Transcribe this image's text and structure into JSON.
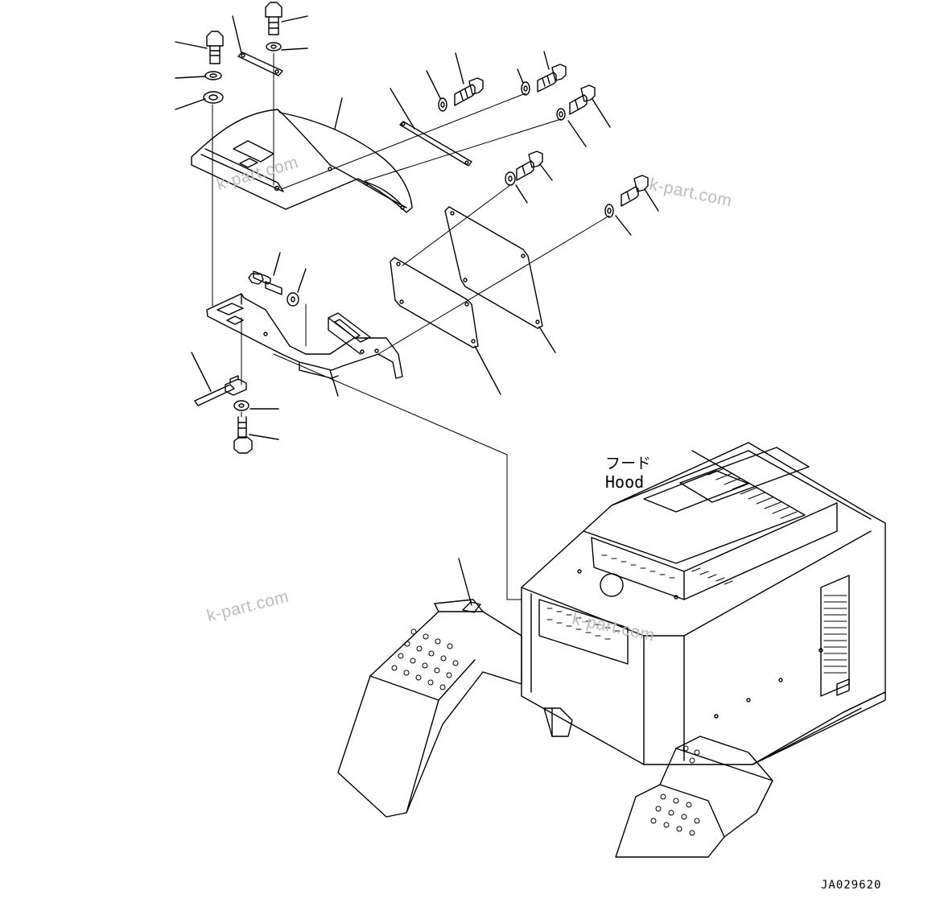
{
  "labels": {
    "hood_jp": "フード",
    "hood_en": "Hood",
    "drawing_code": "JA029620"
  },
  "watermarks": [
    "k-part.com",
    "k-part.com",
    "k-part.com",
    "k-part.com"
  ],
  "colors": {
    "line": "#000000",
    "watermark": "#bcbcbc",
    "background": "#ffffff"
  }
}
